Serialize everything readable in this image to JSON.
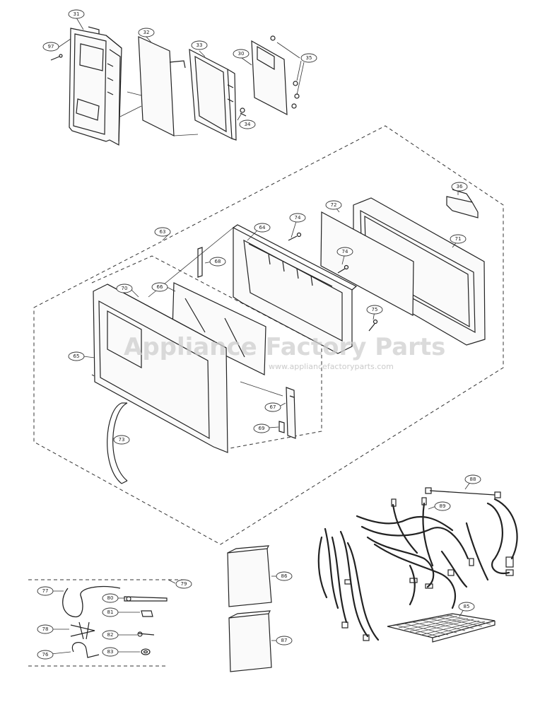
{
  "watermark": {
    "title": "Appliance Factory Parts",
    "url": "www.appliancefactoryparts.com"
  },
  "callouts": {
    "c31": "31",
    "c32": "32",
    "c33": "33",
    "c30": "30",
    "c35": "35",
    "c34": "34",
    "c97": "97",
    "c36": "36",
    "c63": "63",
    "c64": "64",
    "c74a": "74",
    "c74b": "74",
    "c72": "72",
    "c71": "71",
    "c68": "68",
    "c70": "70",
    "c66": "66",
    "c65": "65",
    "c75": "75",
    "c67": "67",
    "c69": "69",
    "c73": "73",
    "c88": "88",
    "c89": "89",
    "c85": "85",
    "c86": "86",
    "c87": "87",
    "c79": "79",
    "c77": "77",
    "c80": "80",
    "c81": "81",
    "c78": "78",
    "c82": "82",
    "c76": "76",
    "c83": "83"
  }
}
